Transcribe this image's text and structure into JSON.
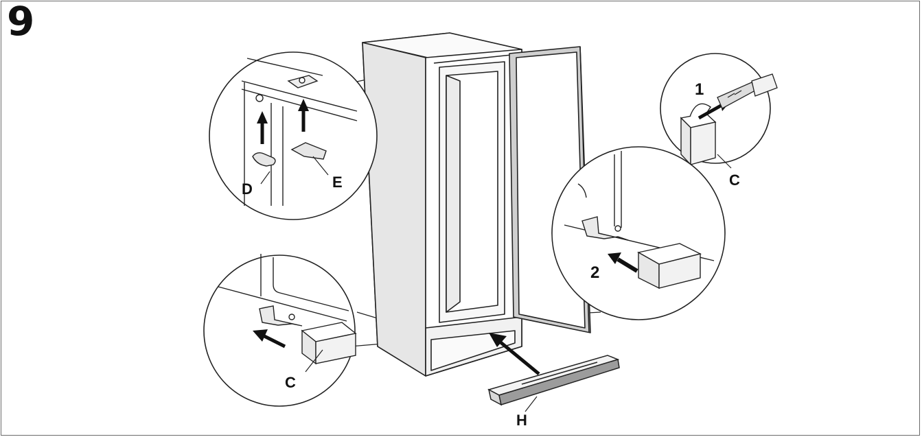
{
  "figure": {
    "step_number": "9"
  },
  "labels": {
    "d": "D",
    "e": "E",
    "c_top_right": "C",
    "c_bottom_left": "C",
    "h": "H",
    "step1": "1",
    "step2": "2"
  }
}
